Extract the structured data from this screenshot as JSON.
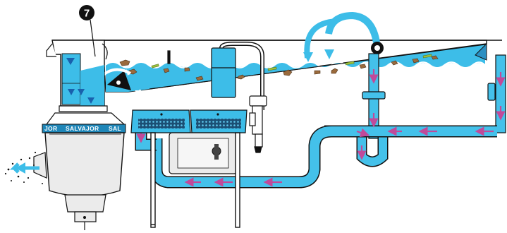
{
  "callout": {
    "number": "7"
  },
  "brand": {
    "label_left": "JOR",
    "label_center": "SALVAJOR",
    "label_right": "SAL"
  },
  "colors": {
    "water": "#3dbde8",
    "water_dark": "#0d9fd6",
    "pipe": "#44c1ea",
    "flow_arrow": "#c04a9a",
    "waste": "#9a6a3c",
    "outline": "#111111",
    "machine_body": "#e8e8e8",
    "heater_grille": "#1e86b8"
  }
}
